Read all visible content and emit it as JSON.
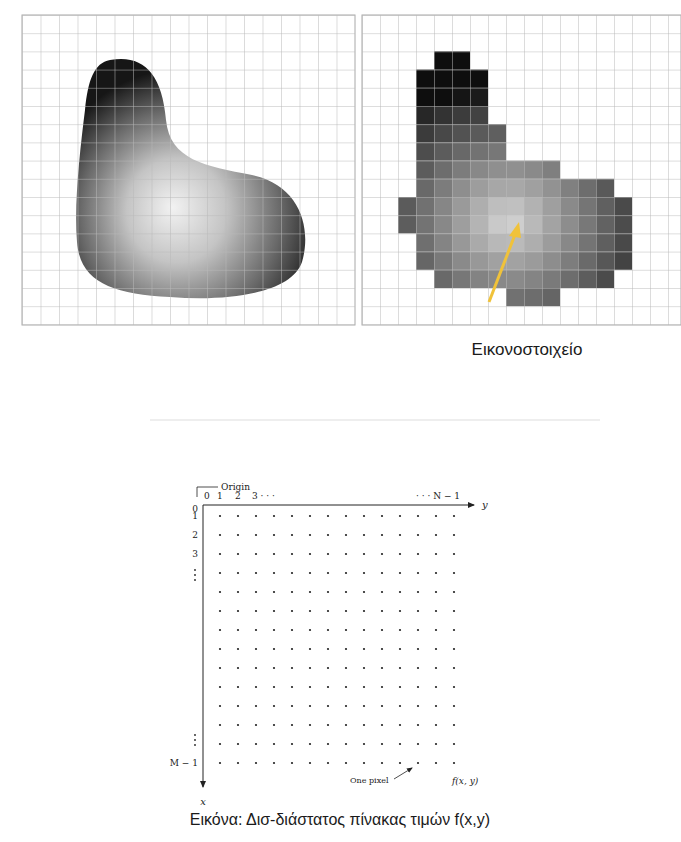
{
  "diagram": {
    "caption": "Εικόνα: Δισ-διάστατος πίνακας τιμών f(x,y)",
    "labels": [
      "Εικονοστοιχείο",
      "Origin",
      "0",
      "1",
      "2",
      "3 · · ·",
      "· · · N − 1",
      "y",
      "0",
      "1",
      "2",
      "3",
      "M − 1",
      "x",
      "One pixel",
      "f(x, y)"
    ]
  }
}
